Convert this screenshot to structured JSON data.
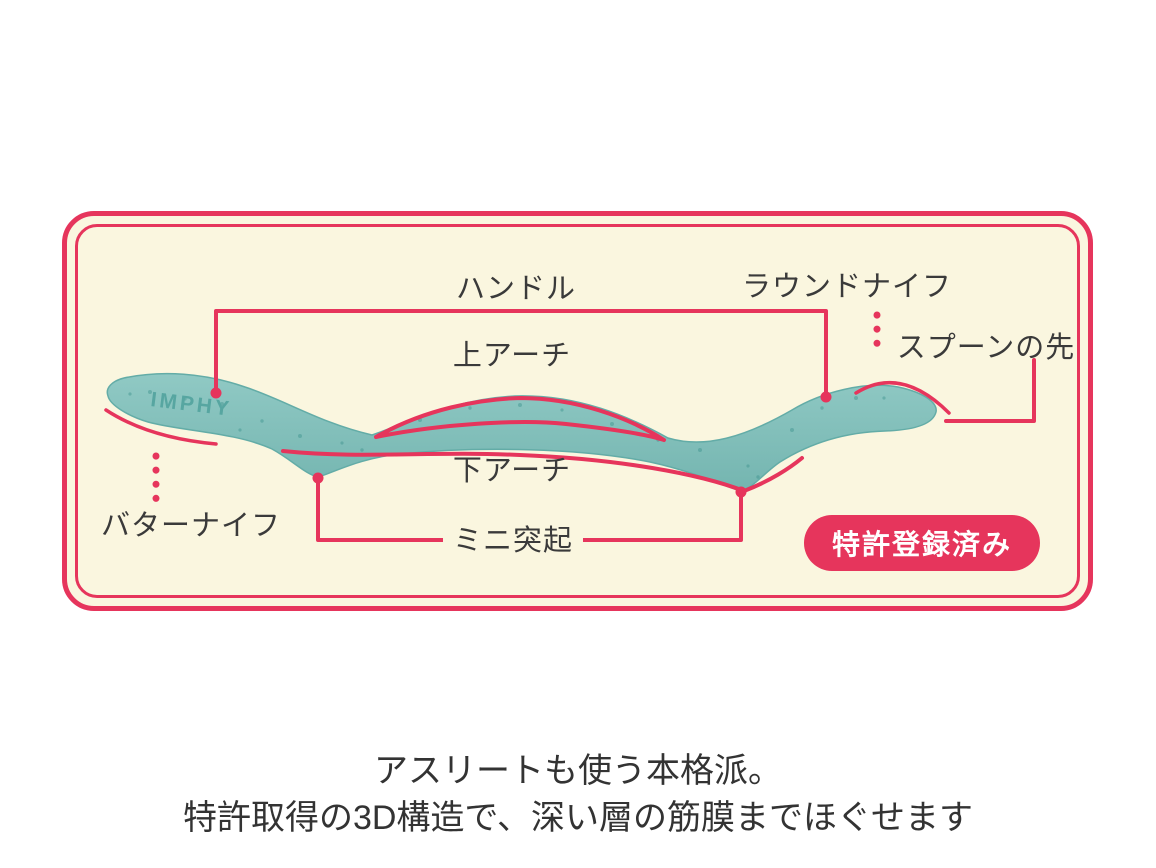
{
  "diagram": {
    "brand": "IMPHY",
    "labels": {
      "handle": "ハンドル",
      "round_knife": "ラウンドナイフ",
      "spoon_tip": "スプーンの先",
      "upper_arch": "上アーチ",
      "lower_arch": "下アーチ",
      "butter_knife": "バターナイフ",
      "mini_protrusion": "ミニ突起"
    },
    "badge_label": "特許登録済み"
  },
  "caption": {
    "line1": "アスリートも使う本格派。",
    "line2": "特許取得の3D構造で、深い層の筋膜までほぐせます"
  },
  "colors": {
    "accent_pink": "#E6355C",
    "panel_background": "#FAF6DF",
    "tool_teal": "#84C1BD",
    "text_dark": "#333333"
  }
}
